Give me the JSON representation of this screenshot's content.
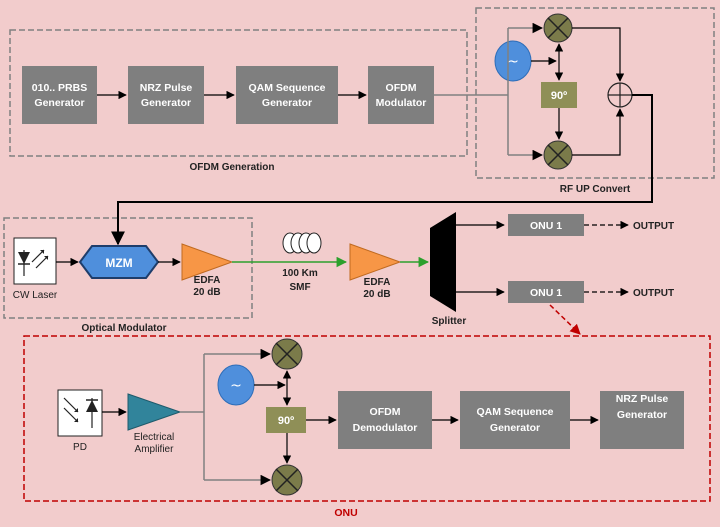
{
  "colors": {
    "background": "#f2cccc",
    "block": "#7f7f7f",
    "mixer": "#7b7b4a",
    "phase_box": "#8f8f57",
    "oscillator": "#4f8fdc",
    "amplifier_edfa": "#f79646",
    "amplifier_electrical": "#31849b",
    "optical_path": "#2ca02c",
    "red_dash": "#c00000",
    "group_border": "#808080"
  },
  "groups": {
    "ofdm_generation": "OFDM Generation",
    "rf_up_convert": "RF UP Convert",
    "optical_modulator": "Optical Modulator",
    "onu": "ONU"
  },
  "blocks": {
    "prbs": [
      "010.. PRBS",
      "Generator"
    ],
    "nrz_pulse": [
      "NRZ Pulse",
      "Generator"
    ],
    "qam_seq": [
      "QAM Sequence",
      "Generator"
    ],
    "ofdm_mod": [
      "OFDM",
      "Modulator"
    ],
    "ofdm_demod": [
      "OFDM",
      "Demodulator"
    ],
    "qam_seq_rx": [
      "QAM Sequence",
      "Generator"
    ],
    "nrz_pulse_rx": [
      "NRZ Pulse",
      "Generator"
    ],
    "mzm": "MZM",
    "onu1_top": "ONU 1",
    "onu1_bottom": "ONU 1"
  },
  "symbols": {
    "oscillator": "~",
    "phase_tx": "90º",
    "phase_rx": "90º"
  },
  "labels": {
    "cw_laser": "CW Laser",
    "edfa1": [
      "EDFA",
      "20 dB"
    ],
    "edfa2": [
      "EDFA",
      "20 dB"
    ],
    "fiber": [
      "100 Km",
      "SMF"
    ],
    "splitter": "Splitter",
    "output_top": "OUTPUT",
    "output_bottom": "OUTPUT",
    "pd": "PD",
    "elec_amp": [
      "Electrical",
      "Amplifier"
    ]
  },
  "icons": [
    "laser-diode-icon",
    "photodiode-icon",
    "mixer-icon",
    "adder-icon",
    "oscillator-icon",
    "fiber-spool-icon"
  ]
}
